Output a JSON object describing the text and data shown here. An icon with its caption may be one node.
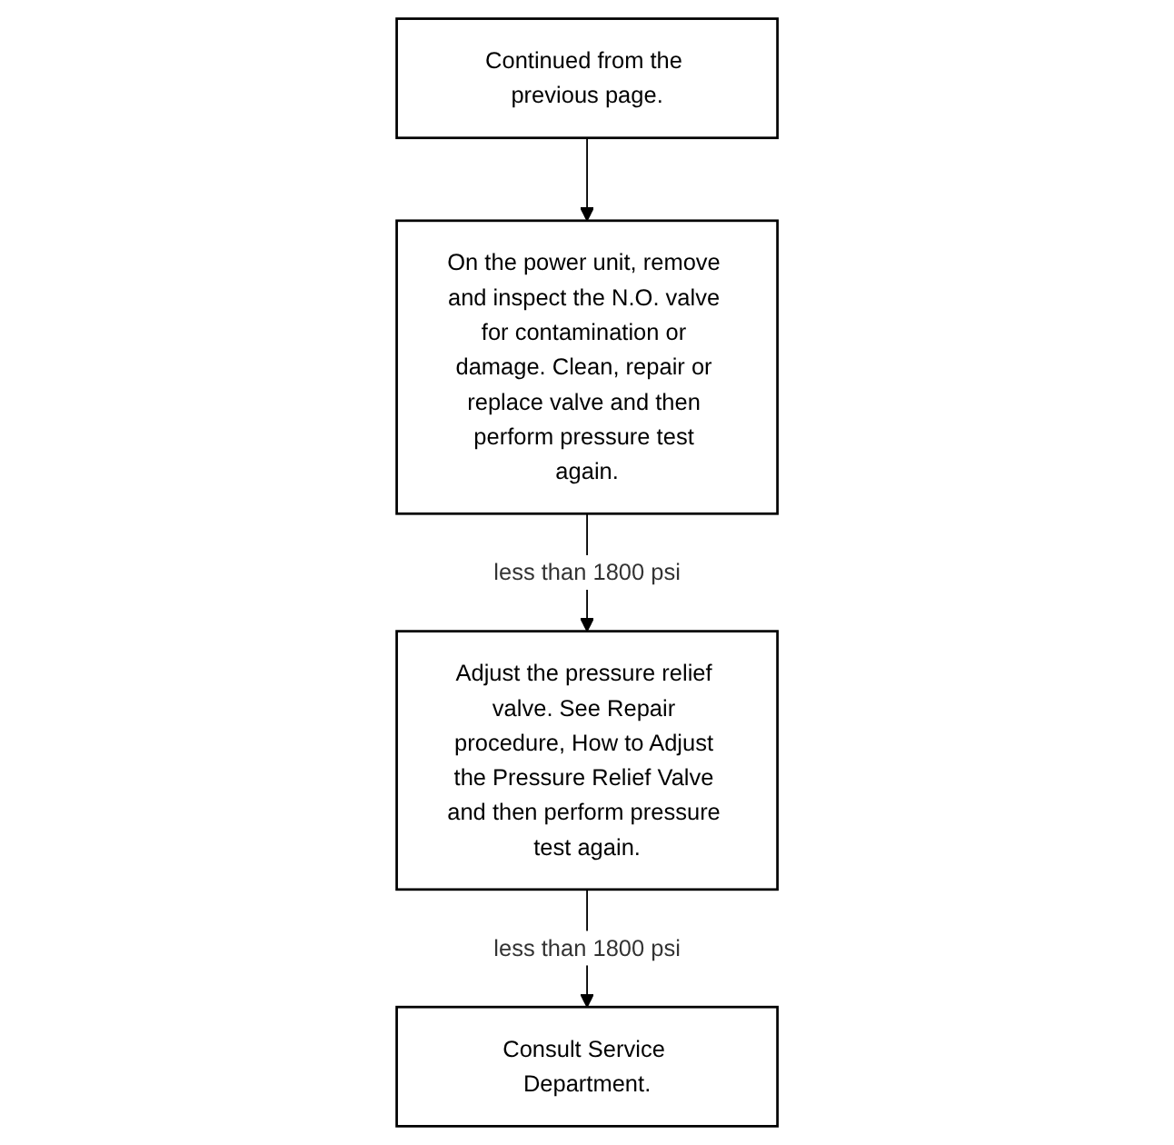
{
  "diagram": {
    "nodes": [
      {
        "text": [
          "Continued from the previous page."
        ]
      },
      {
        "text": [
          "On the power unit, remove and inspect the N.O. valve for contamination or damage. Clean, repair or replace valve and then perform pressure test again."
        ]
      },
      {
        "text": [
          "Adjust the pressure relief valve. See Repair procedure, How to Adjust the Pressure Relief Valve and then perform pressure test again."
        ]
      },
      {
        "text": [
          "Consult Service Department."
        ]
      }
    ],
    "edges": [
      {
        "from": 0,
        "to": 1,
        "arrow": "to"
      },
      {
        "from": 1,
        "to": 2,
        "arrow": "to",
        "label": "less than 1800 psi"
      },
      {
        "from": 2,
        "to": 3,
        "arrow": "to",
        "label": "less than 1800 psi"
      }
    ]
  }
}
